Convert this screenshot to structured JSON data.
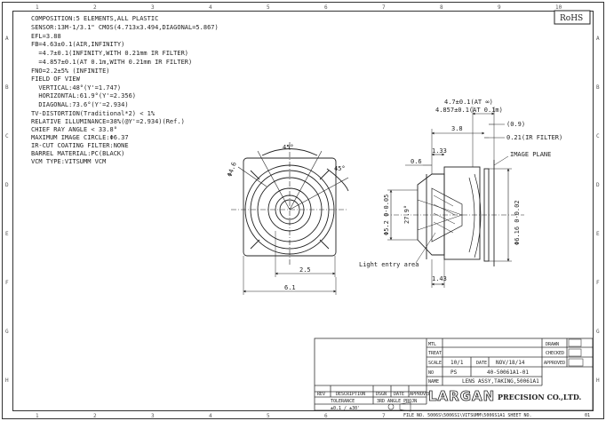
{
  "badge": "RoHS",
  "border": {
    "top_numbers": [
      "1",
      "2",
      "3",
      "4",
      "5",
      "6",
      "7",
      "8",
      "9",
      "10"
    ],
    "side_letters": [
      "A",
      "B",
      "C",
      "D",
      "E",
      "F",
      "G",
      "H"
    ],
    "bottom_numbers": [
      "1",
      "2",
      "3",
      "4",
      "5",
      "6",
      "7",
      "8",
      "9",
      "10"
    ]
  },
  "specs": [
    "COMPOSITION:5 ELEMENTS,ALL PLASTIC",
    "SENSOR:13M-1/3.1\" CMOS(4.713x3.494,DIAGONAL=5.867)",
    "EFL=3.88",
    "FB=4.63±0.1(AIR,INFINITY)",
    "  =4.7±0.1(INFINITY,WITH 0.21mm IR FILTER)",
    "  =4.857±0.1(AT 0.1m,WITH 0.21mm IR FILTER)",
    "FNO=2.2±5% (INFINITE)",
    "FIELD OF VIEW",
    "  VERTICAL:48°(Y'=1.747)",
    "  HORIZONTAL:61.9°(Y'=2.356)",
    "  DIAGONAL:73.6°(Y'=2.934)",
    "TV-DISTORTION(Traditional*2) < 1%",
    "RELATIVE ILLUMINANCE=38%(@Y'=2.934)(Ref.)",
    "CHIEF RAY ANGLE < 33.8°",
    "MAXIMUM IMAGE CIRCLE:Φ6.37",
    "IR-CUT COATING FILTER:NONE",
    "BARREL MATERIAL:PC(BLACK)",
    "VCM TYPE:VITSUMM VCM"
  ],
  "front_view": {
    "angle_top": "45°",
    "angle_right": "45°",
    "dia_label": "Φ4.6",
    "dim_inner": "2.5",
    "dim_outer": "6.1"
  },
  "side_view": {
    "fb_line1": "4.7±0.1(AT ∞)",
    "fb_line2": "4.857±0.1(AT 0.1m)",
    "filter_gap": "(0.9)",
    "dim_3_8": "3.8",
    "ir_filter": "0.21(IR FILTER)",
    "dim_1_33": "1.33",
    "dim_0_6": "0.6",
    "image_plane": "IMAGE PLANE",
    "dia_front": "Φ5.2 0-0.05",
    "fov": "27.9°",
    "dia_rear": "Φ6.16 0-0.02",
    "light_entry": "Light entry area",
    "dim_1_43": "1.43"
  },
  "title_block": {
    "mtl_label": "MTL",
    "treat_label": "TREAT",
    "scale_label": "SCALE",
    "scale_value": "10/1",
    "date_label": "DATE",
    "date_value": "NOV/18/14",
    "no_label": "NO",
    "no_value": "PS",
    "drawing_number": "40-50061A1-01",
    "name_label": "NAME",
    "name_value": "LENS ASSY,TAKING,50061A1",
    "drawn_label": "DRAWN",
    "checked_label": "CHECKED",
    "approved_label": "APPROVED",
    "rev_label": "REV",
    "description_label": "DESCRIPTION",
    "dsgn_label": "DSGN",
    "date_col_label": "DATE",
    "approved_col_label": "APPROVED",
    "tolerance_label": "TOLERANCE",
    "tolerance_value": "±0.1 / ±30'",
    "angle_label": "3RD ANGLE PROJN",
    "company_logo": "LARGAN",
    "company_rest": "PRECISION CO.,LTD.",
    "footer_text": "FILE NO. 5006S\\5006S1\\VITSUMM\\5006S1A1   SHEET NO.",
    "page": "01"
  }
}
